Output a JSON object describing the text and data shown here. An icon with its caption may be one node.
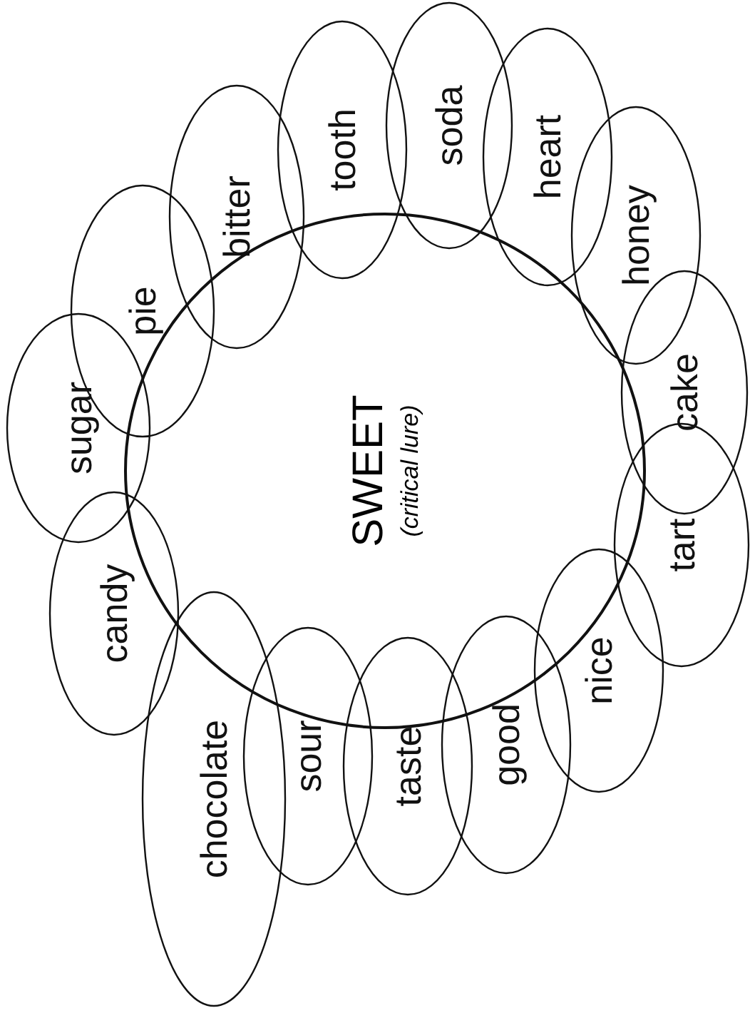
{
  "diagram": {
    "nodes": [
      {
        "text": [
          "SWEET",
          "(critical lure)"
        ]
      },
      {
        "text": [
          "pie"
        ]
      },
      {
        "text": [
          "bitter"
        ]
      },
      {
        "text": [
          "tooth"
        ]
      },
      {
        "text": [
          "soda"
        ]
      },
      {
        "text": [
          "heart"
        ]
      },
      {
        "text": [
          "honey"
        ]
      },
      {
        "text": [
          "cake"
        ]
      },
      {
        "text": [
          "tart"
        ]
      },
      {
        "text": [
          "nice"
        ]
      },
      {
        "text": [
          "good"
        ]
      },
      {
        "text": [
          "taste"
        ]
      },
      {
        "text": [
          "sour"
        ]
      },
      {
        "text": [
          "chocolate"
        ]
      },
      {
        "text": [
          "candy"
        ]
      },
      {
        "text": [
          "sugar"
        ]
      }
    ]
  }
}
